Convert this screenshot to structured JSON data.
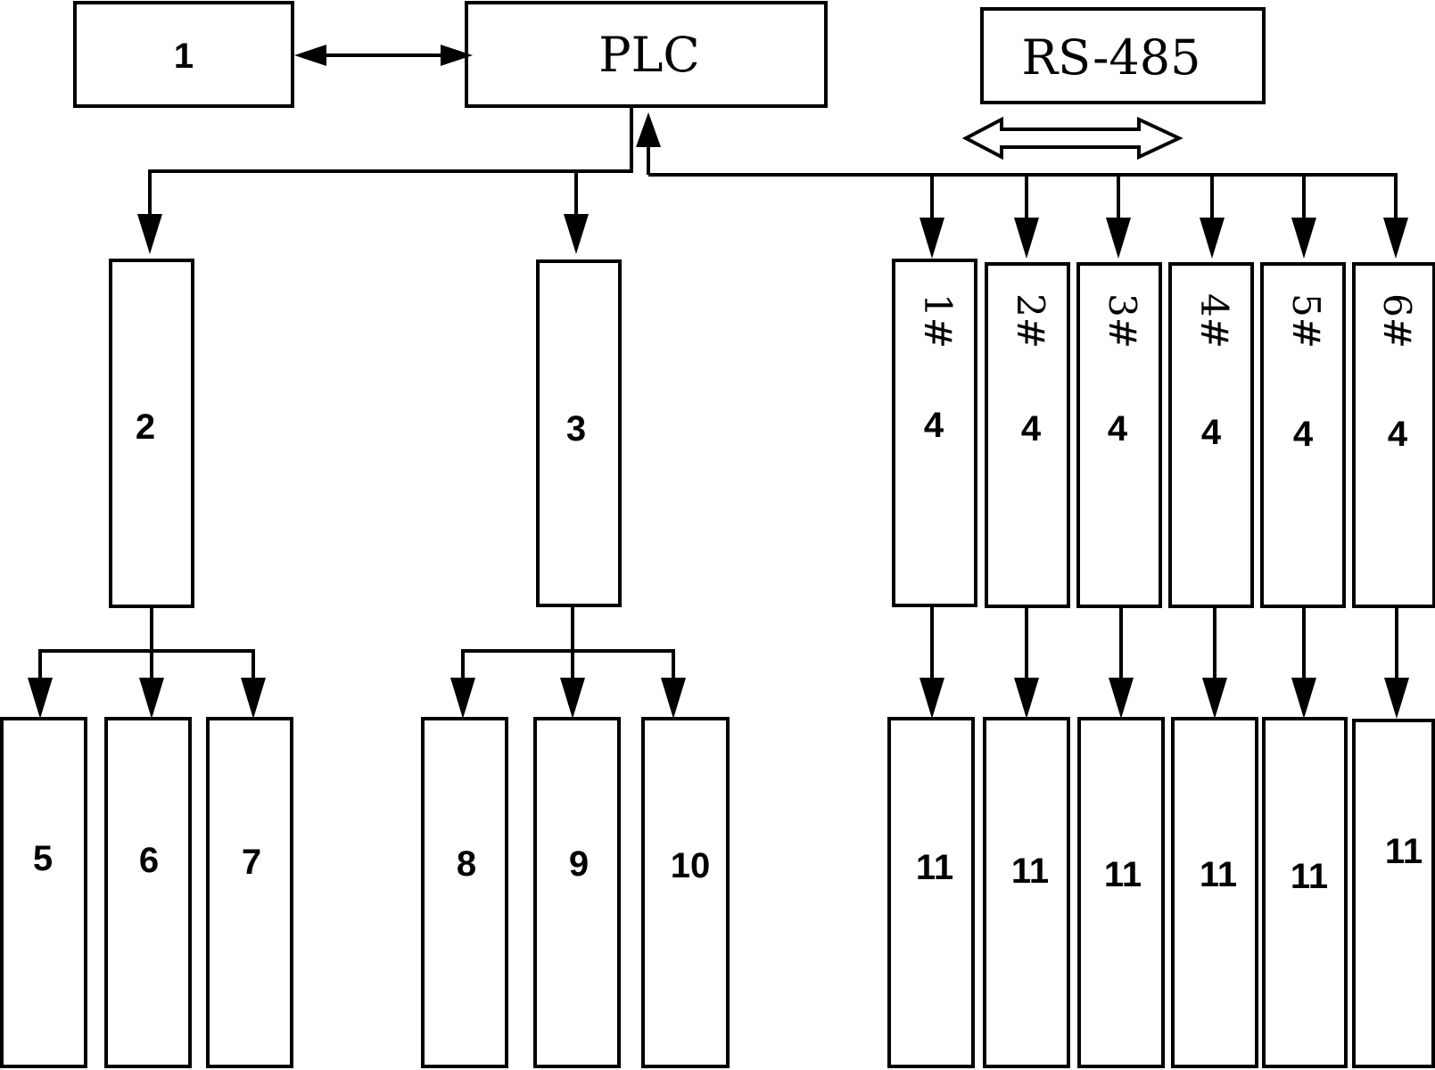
{
  "labels": {
    "box_1": "1",
    "plc": "PLC",
    "rs485": "RS-485",
    "box_2": "2",
    "box_3": "3",
    "box_5": "5",
    "box_6": "6",
    "box_7": "7",
    "box_8": "8",
    "box_9": "9",
    "box_10": "10"
  },
  "units": [
    {
      "id": "1#",
      "label": "4",
      "output": "11"
    },
    {
      "id": "2#",
      "label": "4",
      "output": "11"
    },
    {
      "id": "3#",
      "label": "4",
      "output": "11"
    },
    {
      "id": "4#",
      "label": "4",
      "output": "11"
    },
    {
      "id": "5#",
      "label": "4",
      "output": "11"
    },
    {
      "id": "6#",
      "label": "4",
      "output": "11"
    }
  ],
  "colors": {
    "stroke": "#000000",
    "background": "#ffffff"
  }
}
